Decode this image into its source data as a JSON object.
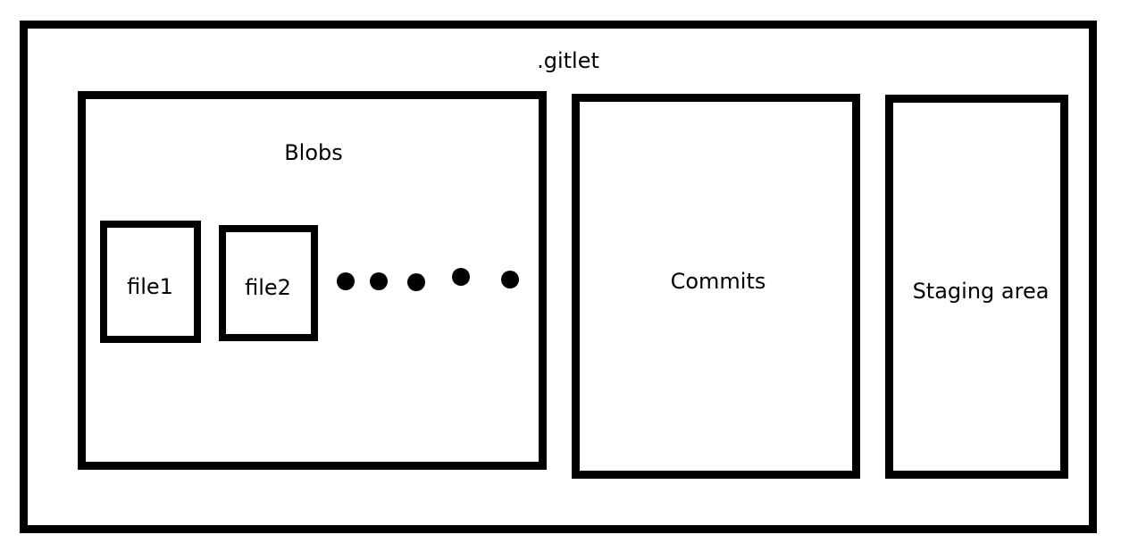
{
  "diagram": {
    "container": {
      "label": ".gitlet"
    },
    "blobs": {
      "label": "Blobs",
      "files": [
        "file1",
        "file2"
      ],
      "ellipsis_dot_count": 5
    },
    "commits": {
      "label": "Commits"
    },
    "staging": {
      "label": "Staging area"
    }
  },
  "colors": {
    "stroke": "#000000",
    "background": "#ffffff",
    "text": "#000000"
  }
}
